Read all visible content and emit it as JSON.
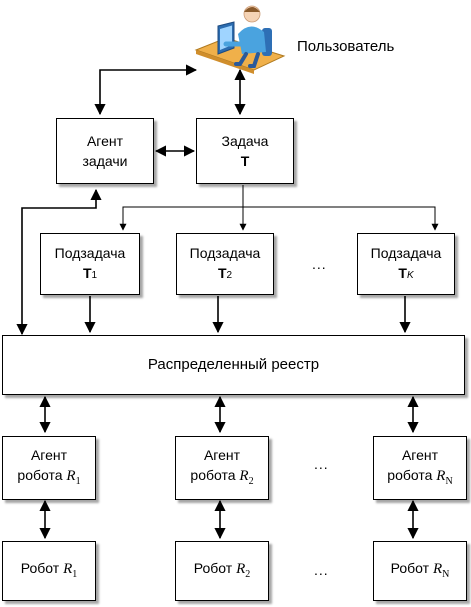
{
  "user": {
    "label": "Пользователь",
    "icon": "user-at-computer-icon"
  },
  "task_agent": {
    "line1": "Агент",
    "line2": "задачи"
  },
  "task": {
    "line1": "Задача",
    "symbol": "T"
  },
  "subtasks": [
    {
      "line1": "Подзадача",
      "symbol": "T",
      "index": "1"
    },
    {
      "line1": "Подзадача",
      "symbol": "T",
      "index": "2"
    },
    {
      "line1": "Подзадача",
      "symbol": "T",
      "index": "K"
    }
  ],
  "ellipsis": "...",
  "registry": {
    "label": "Распределенный реестр"
  },
  "robot_agents": [
    {
      "line1": "Агент",
      "line2": "робота",
      "symbol": "R",
      "index": "1"
    },
    {
      "line1": "Агент",
      "line2": "робота",
      "symbol": "R",
      "index": "2"
    },
    {
      "line1": "Агент",
      "line2": "робота",
      "symbol": "R",
      "index": "N"
    }
  ],
  "robots": [
    {
      "label": "Робот",
      "symbol": "R",
      "index": "1"
    },
    {
      "label": "Робот",
      "symbol": "R",
      "index": "2"
    },
    {
      "label": "Робот",
      "symbol": "R",
      "index": "N"
    }
  ]
}
